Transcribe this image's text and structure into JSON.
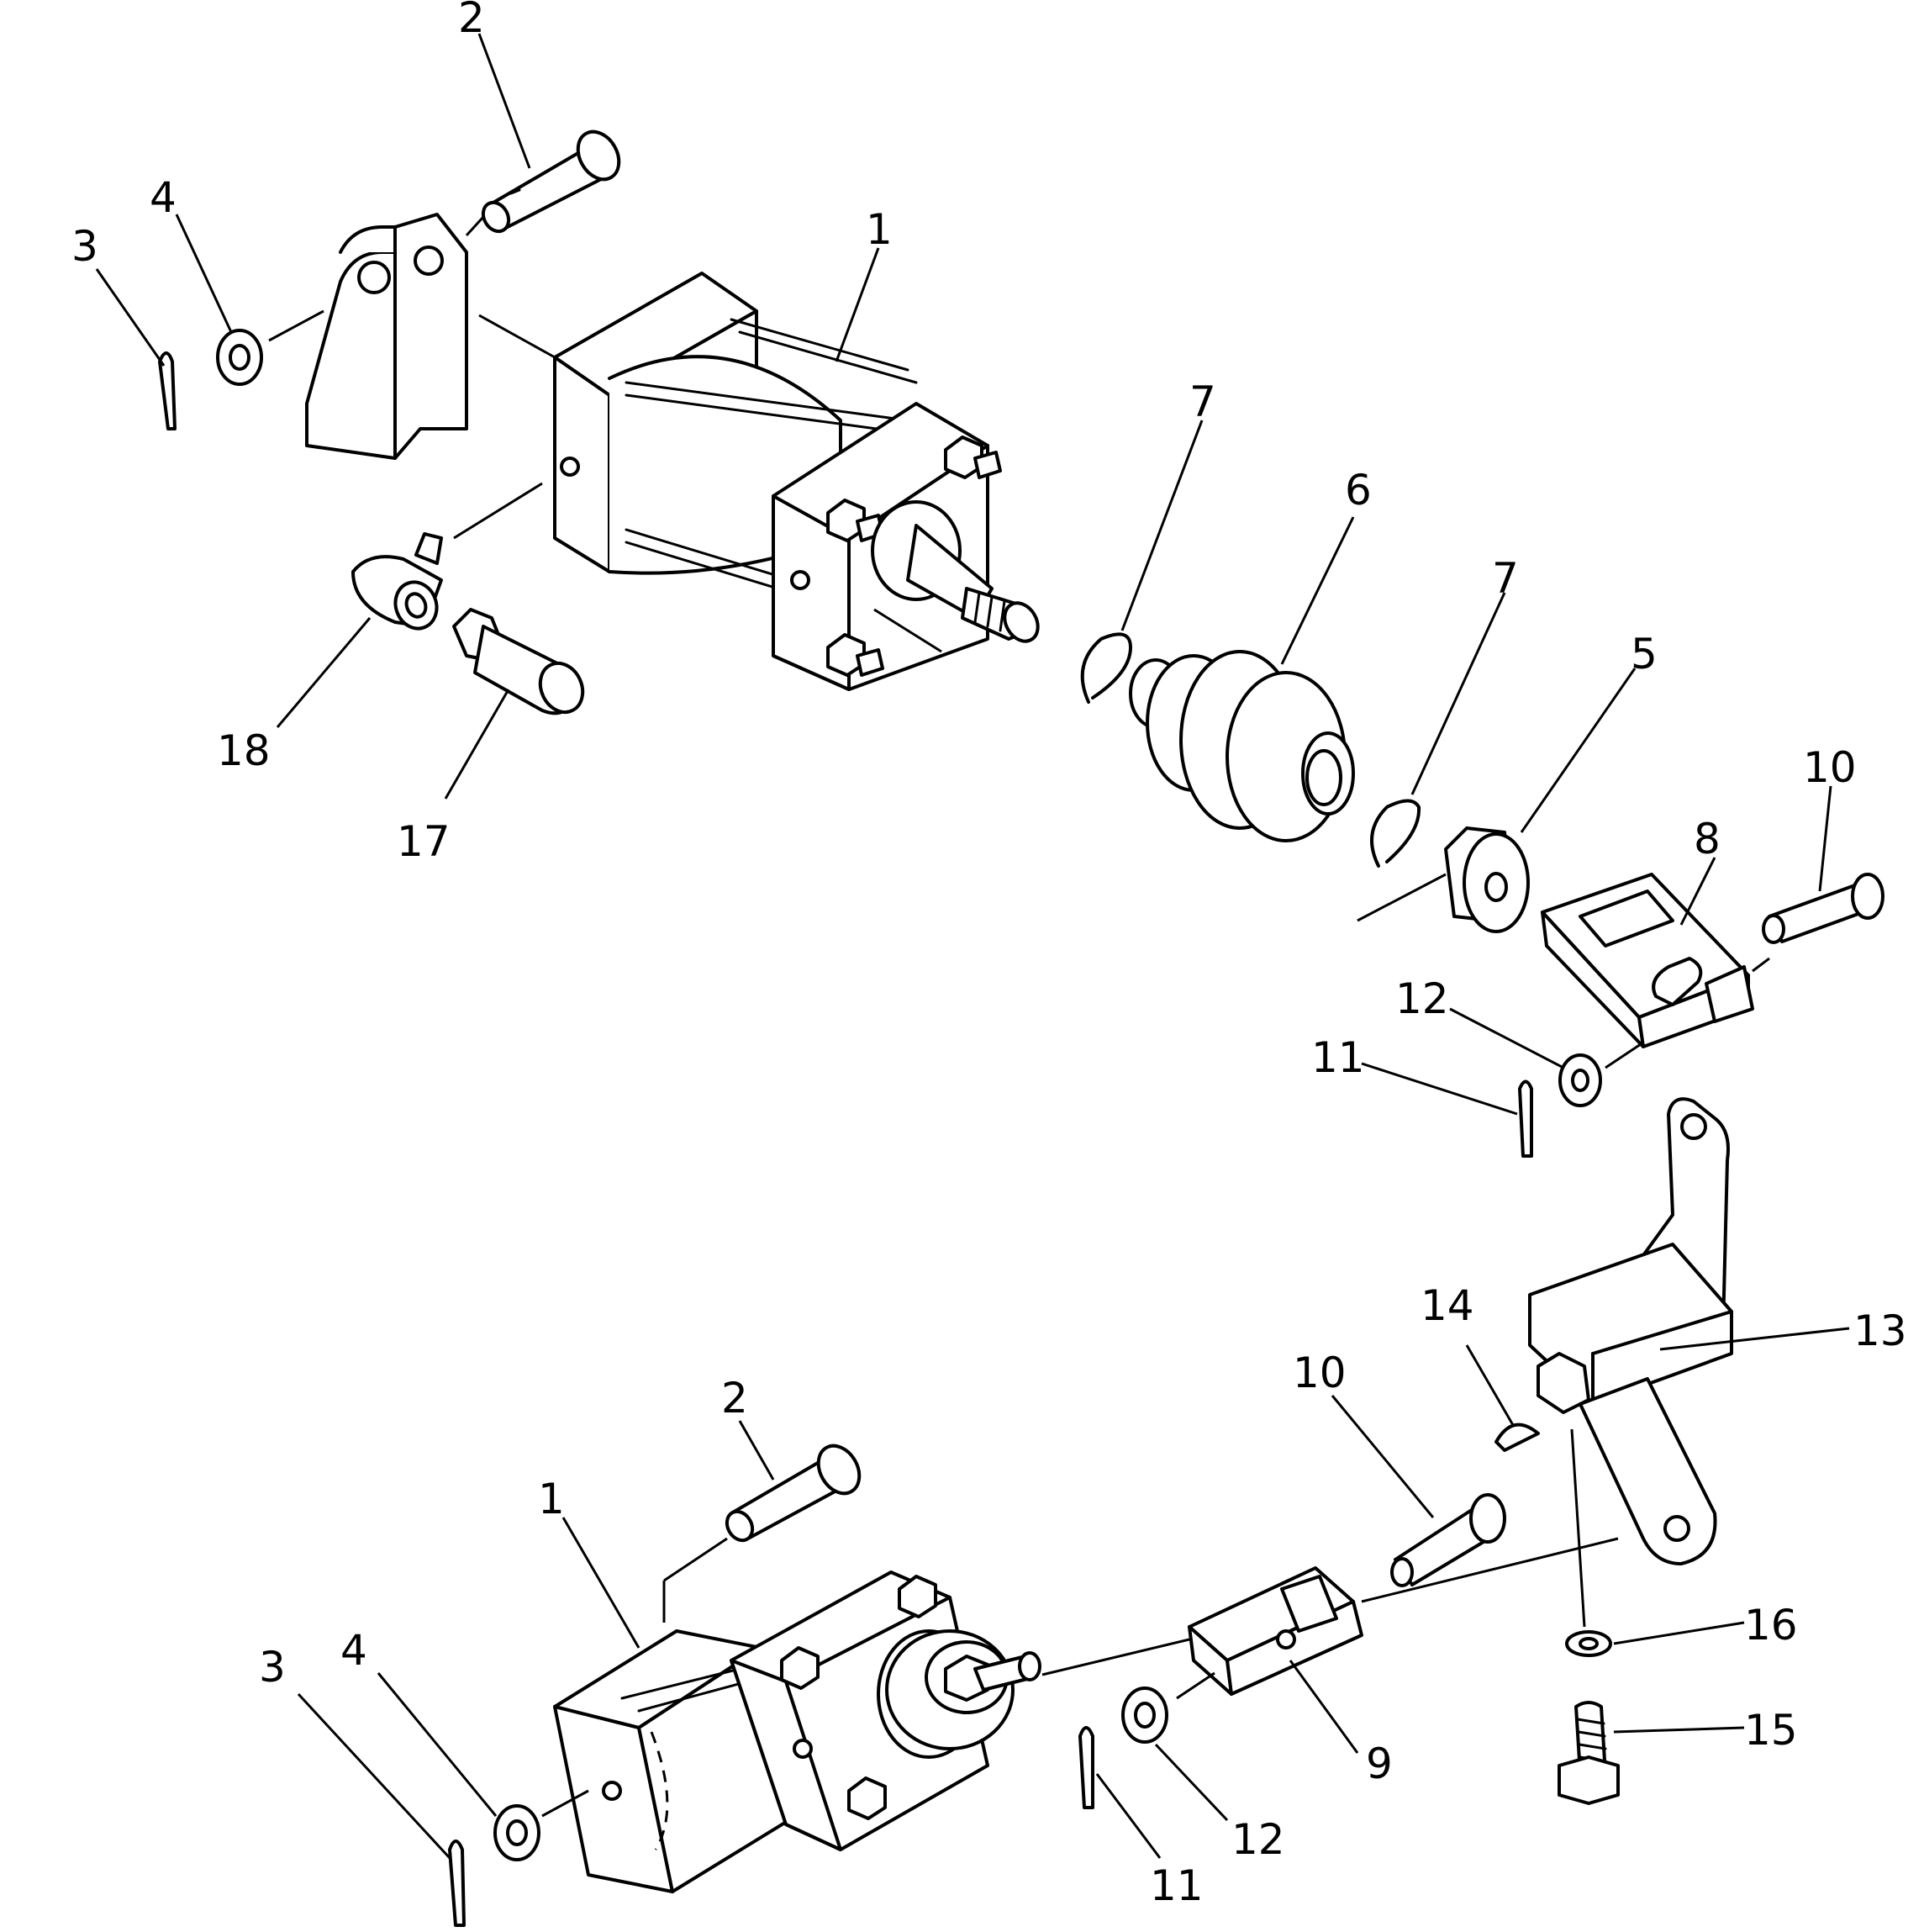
{
  "diagram": {
    "top_assembly_callouts": [
      "2",
      "4",
      "3",
      "1",
      "7",
      "6",
      "7",
      "5",
      "10",
      "8",
      "12",
      "11",
      "18",
      "17"
    ],
    "right_lever_callouts": [
      "13",
      "14",
      "16",
      "15"
    ],
    "bottom_assembly_callouts": [
      "2",
      "1",
      "4",
      "3",
      "10",
      "9",
      "12",
      "11"
    ]
  }
}
